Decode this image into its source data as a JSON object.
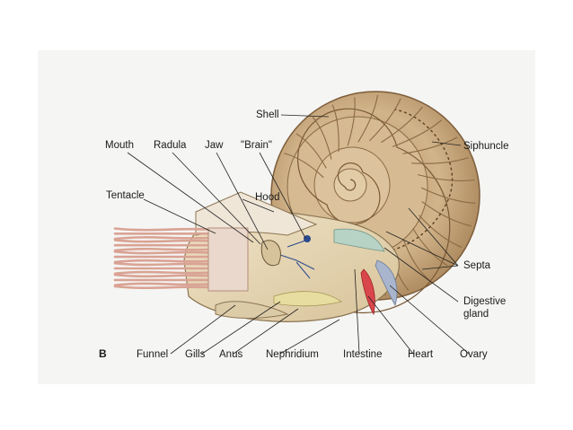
{
  "figure": {
    "panel_letter": "B",
    "colors": {
      "shell": "#c9a97c",
      "shell_dark": "#8a6a45",
      "tentacle": "#d9a394",
      "body": "#e6d6b5",
      "hood": "#efe6d8",
      "digestive": "#b7d3c6",
      "heart": "#d9464b",
      "brain": "#2a4a8c",
      "gill": "#e8dda0",
      "page_bg": "#f4f4f2"
    },
    "labels": {
      "shell": "Shell",
      "mouth": "Mouth",
      "radula": "Radula",
      "jaw": "Jaw",
      "brain": "\"Brain\"",
      "siphuncle": "Siphuncle",
      "tentacle": "Tentacle",
      "hood": "Hood",
      "septa": "Septa",
      "digestive_gland_1": "Digestive",
      "digestive_gland_2": "gland",
      "funnel": "Funnel",
      "gills": "Gills",
      "anus": "Anus",
      "nephridium": "Nephridium",
      "intestine": "Intestine",
      "heart": "Heart",
      "ovary": "Ovary"
    }
  }
}
